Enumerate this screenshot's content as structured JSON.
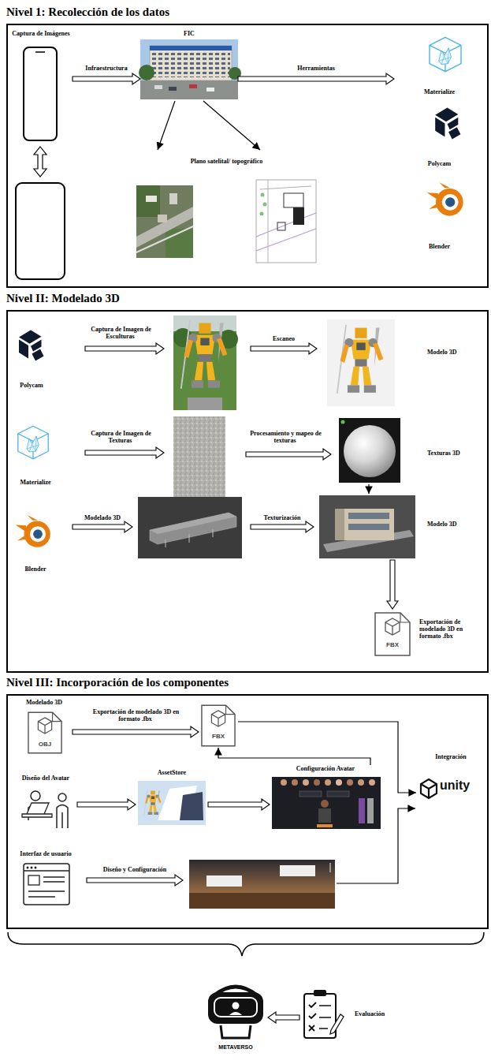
{
  "diagram": {
    "nodes": [
      {
        "text": [
          "Nivel 1: Recolección de los datos"
        ]
      },
      {
        "text": [
          "Captura de Imágenes"
        ],
        "in": 0
      },
      {
        "text": [
          "FIC"
        ],
        "in": 0
      },
      {
        "text": [
          "Plano satelital/ topográfico"
        ],
        "in": 0
      },
      {
        "text": [
          "Materialize",
          "Polycam",
          "Blender"
        ],
        "in": 0
      },
      {
        "text": [
          "Nivel II: Modelado 3D"
        ]
      },
      {
        "text": [
          "Polycam"
        ],
        "in": 5
      },
      {
        "text": [
          "Modelo 3D"
        ],
        "in": 5
      },
      {
        "text": [
          "Materialize"
        ],
        "in": 5
      },
      {
        "text": [
          "Texturas 3D"
        ],
        "in": 5
      },
      {
        "text": [
          "Blender"
        ],
        "in": 5
      },
      {
        "text": [
          "Modelo 3D"
        ],
        "in": 5
      },
      {
        "text": [
          "FBX",
          "Exportación de modelado 3D en formato .fbx"
        ],
        "in": 5
      },
      {
        "text": [
          "Nivel III: Incorporación de los componentes"
        ]
      },
      {
        "text": [
          "Modelado 3D",
          "OBJ"
        ],
        "in": 13
      },
      {
        "text": [
          "FBX"
        ],
        "in": 13
      },
      {
        "text": [
          "Diseño del Avatar"
        ],
        "in": 13
      },
      {
        "text": [
          "AssetStore"
        ],
        "in": 13
      },
      {
        "text": [
          "Configuración Avatar"
        ],
        "in": 13
      },
      {
        "text": [
          "Interfaz de usuario"
        ],
        "in": 13
      },
      {
        "text": [
          "Integración",
          "unity"
        ],
        "in": 13
      },
      {
        "text": [
          "METAVERSO"
        ]
      },
      {
        "text": [
          "Evaluación"
        ]
      }
    ],
    "edges": [
      {
        "from": 1,
        "to": 2,
        "arrow": "to",
        "label": "Infraestructura"
      },
      {
        "from": 2,
        "to": 3,
        "arrow": "to"
      },
      {
        "from": 2,
        "to": 3,
        "arrow": "to"
      },
      {
        "from": 2,
        "to": 4,
        "arrow": "to",
        "label": "Herramientas"
      },
      {
        "from": 9,
        "to": 11,
        "arrow": "to"
      },
      {
        "from": 11,
        "to": 12,
        "arrow": "to"
      },
      {
        "from": 14,
        "to": 15,
        "arrow": "to",
        "label": "Exportación de modelado 3D en formato .fbx"
      },
      {
        "from": 16,
        "to": 17,
        "arrow": "to"
      },
      {
        "from": 17,
        "to": 18,
        "arrow": "to"
      },
      {
        "from": 18,
        "to": 15,
        "arrow": "to"
      },
      {
        "from": 15,
        "to": 20,
        "arrow": "to"
      },
      {
        "from": 22,
        "to": 21,
        "arrow": "to"
      }
    ],
    "labels": [
      "Captura de Imagen de Esculturas",
      "Escaneo",
      "Captura de Imagen de Texturas",
      "Procesamiento y mapeo de texturas",
      "Modelado 3D",
      "Texturización",
      "Diseño y Configuración"
    ]
  }
}
